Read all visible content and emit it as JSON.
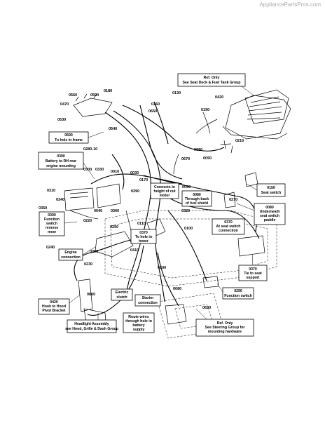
{
  "watermark": "AppliancePartsPros.com",
  "part_labels": [
    "0180",
    "0560",
    "0590",
    "0470",
    "0130",
    "0420",
    "0160",
    "0650",
    "0530",
    "0540",
    "0190",
    "0280-10",
    "0010",
    "0210",
    "0300",
    "0330",
    "0030",
    "0670",
    "0680",
    "0170",
    "0050",
    "0060",
    "0150",
    "0310",
    "0340",
    "0350",
    "0040",
    "0360",
    "0290",
    "0320",
    "0220",
    "0250",
    "0270",
    "0110",
    "0100",
    "0240",
    "0260",
    "0410",
    "0230",
    "0200",
    "0630",
    "0600",
    "0080"
  ],
  "callouts": {
    "ref_seat": [
      "Ref. Only",
      "See Seat Deck & Fuel Tank Group"
    ],
    "frame_hole": [
      "0590",
      "To hole in frame"
    ],
    "battery": [
      "0300",
      "Battery to RH rear",
      "engine mounting"
    ],
    "height_cut": [
      "Connects to",
      "height of cut",
      "motor"
    ],
    "fuel_shield": [
      "0080",
      "Through back",
      "of fuel shield"
    ],
    "seat_switch": [
      "0150",
      "Seat switch"
    ],
    "seat_paddle": [
      "0080",
      "Underneath",
      "seat switch",
      "paddle"
    ],
    "function_reverse": [
      "0300",
      "Function",
      "switch",
      "reverse",
      "mow"
    ],
    "tower": [
      "0370",
      "To hole in",
      "tower"
    ],
    "seat_switch_conn": [
      "0370",
      "At seat switch",
      "connection"
    ],
    "engine_conn": [
      "Engine",
      "connection"
    ],
    "tie_support": [
      "0370",
      "Tie to seat",
      "support"
    ],
    "function_switch": [
      "0290",
      "Function switch"
    ],
    "electric_clutch": [
      "Electric",
      "clutch"
    ],
    "starter_conn": [
      "Starter",
      "connection"
    ],
    "hood_hook": [
      "0420",
      "Hook to Hood",
      "Pivot Bracket"
    ],
    "headlight": [
      "Headlight Assembly",
      "see Hood, Grille & Dash Group"
    ],
    "route_wires": [
      "Route wires",
      "through hole in",
      "battery",
      "supply"
    ],
    "ref_steering": [
      "Ref. Only",
      "See Steering Group for",
      "mounting hardware"
    ]
  }
}
